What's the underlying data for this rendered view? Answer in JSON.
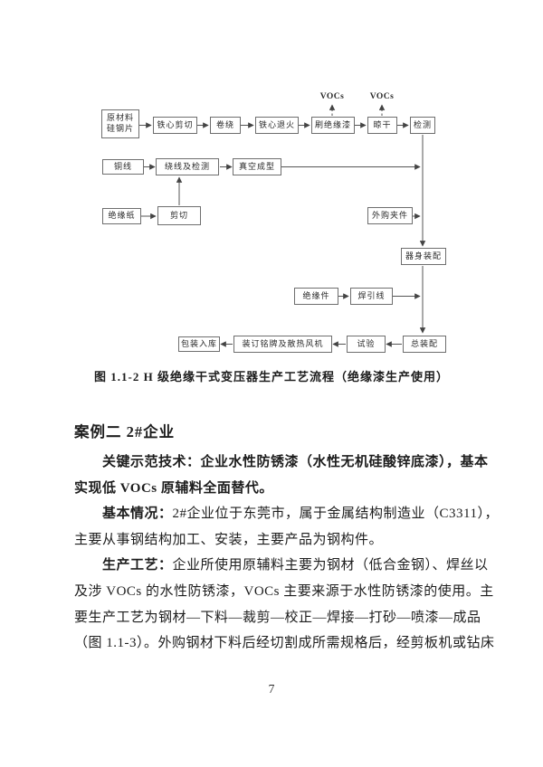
{
  "figure": {
    "caption": "图 1.1-2  H 级绝缘干式变压器生产工艺流程（绝缘漆生产使用）",
    "vocs_label": "VOCs",
    "nodes": [
      {
        "id": "raw-material",
        "label": "原材料\n硅钢片"
      },
      {
        "id": "core-cutting",
        "label": "铁心剪切"
      },
      {
        "id": "coil-winding",
        "label": "卷绕"
      },
      {
        "id": "core-annealing",
        "label": "铁心退火"
      },
      {
        "id": "brush-insulating-paint",
        "label": "刷绝缘漆"
      },
      {
        "id": "air-drying",
        "label": "晾干"
      },
      {
        "id": "inspection",
        "label": "检测"
      },
      {
        "id": "copper-wire",
        "label": "铜线"
      },
      {
        "id": "wire-winding-inspection",
        "label": "绕线及检测"
      },
      {
        "id": "vacuum-forming",
        "label": "真空成型"
      },
      {
        "id": "insulating-paper",
        "label": "绝缘纸"
      },
      {
        "id": "shearing",
        "label": "剪切"
      },
      {
        "id": "purchased-clamps",
        "label": "外购夹件"
      },
      {
        "id": "body-assembly",
        "label": "器身装配"
      },
      {
        "id": "insulation-parts",
        "label": "绝缘件"
      },
      {
        "id": "lead-welding",
        "label": "焊引线"
      },
      {
        "id": "packing-warehousing",
        "label": "包装入库"
      },
      {
        "id": "nameplate-fan-install",
        "label": "装订铭牌及散热风机"
      },
      {
        "id": "testing",
        "label": "试验"
      },
      {
        "id": "final-assembly",
        "label": "总装配"
      }
    ]
  },
  "heading": {
    "text": "案例二 2#企业"
  },
  "body": {
    "lines": [
      {
        "lead": "关键示范技术：",
        "rest": "企业水性防锈漆（水性无机硅酸锌底漆），基本"
      },
      {
        "lead": "",
        "rest": "实现低 VOCs 原辅料全面替代。"
      },
      {
        "lead": "基本情况：",
        "rest": "2#企业位于东莞市，属于金属结构制造业（C3311），"
      },
      {
        "lead": "",
        "rest": "主要从事钢结构加工、安装，主要产品为钢构件。"
      },
      {
        "lead": "生产工艺：",
        "rest": "企业所使用原辅料主要为钢材（低合金钢）、焊丝以"
      },
      {
        "lead": "",
        "rest": "及涉 VOCs 的水性防锈漆，VOCs 主要来源于水性防锈漆的使用。主"
      },
      {
        "lead": "",
        "rest": "要生产工艺为钢材—下料—裁剪—校正—焊接—打砂—喷漆—成品"
      },
      {
        "lead": "",
        "rest": "（图 1.1-3）。外购钢材下料后经切割成所需规格后，经剪板机或钻床"
      }
    ]
  },
  "page_number": "7"
}
